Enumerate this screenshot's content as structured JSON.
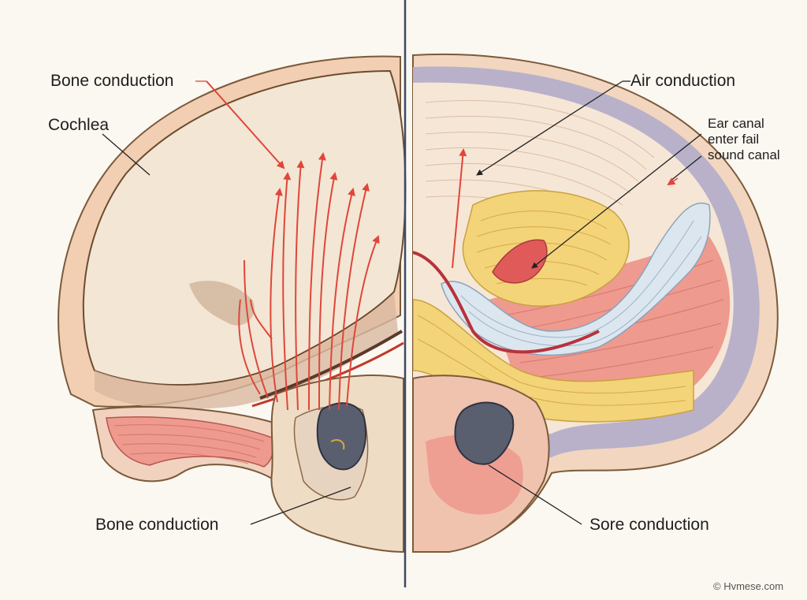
{
  "labels": {
    "bone_conduction_top": "Bone conduction",
    "cochlea": "Cochlea",
    "air_conduction": "Air conduction",
    "ear_canal_1": "Ear canal",
    "ear_canal_2": "enter fail",
    "ear_canal_3": "sound canal",
    "bone_conduction_bottom": "Bone conduction",
    "sore_conduction": "Sore conduction"
  },
  "credit": "© Hvmese.com",
  "colors": {
    "background": "#fbf7f1",
    "bone": "#efdcc4",
    "bone_outline": "#7a5a3a",
    "inner_chamber": "#f5ebdd",
    "muscle": "#ee9a8f",
    "fat_yellow": "#f4d478",
    "membrane_blue": "#dbe6ef",
    "dura_purple": "#b9b1c9",
    "arrow_red": "#e0463a",
    "divider": "#3d4a66"
  }
}
